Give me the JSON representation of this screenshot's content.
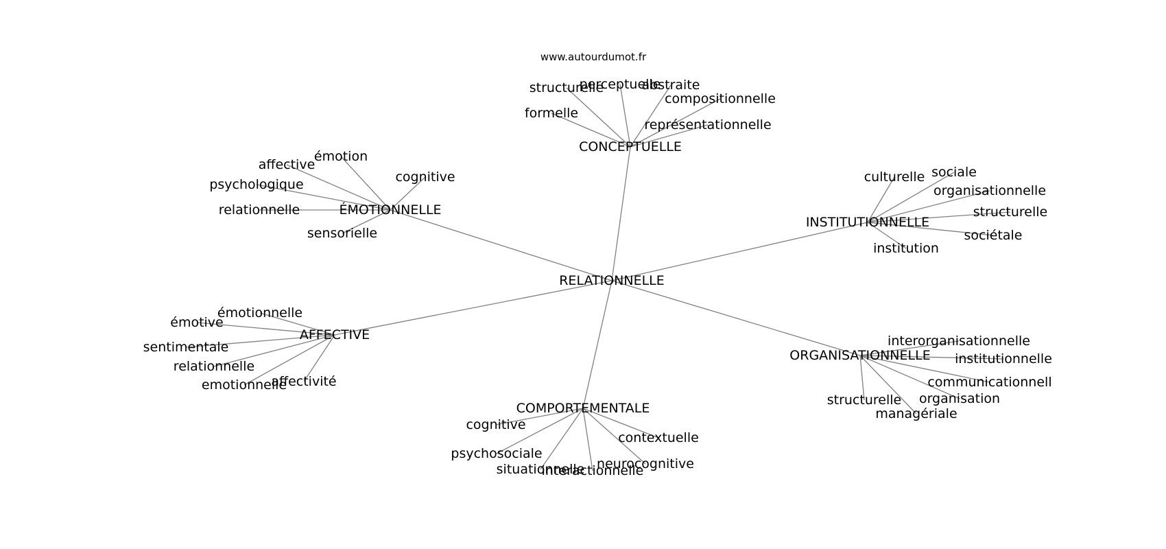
{
  "site": "www.autourdumot.fr",
  "center": "RELATIONNELLE",
  "groups": [
    {
      "id": "conceptuelle",
      "label": "CONCEPTUELLE",
      "leaves": [
        "structurelle",
        "perceptuelle",
        "abstraite",
        "compositionnelle",
        "formelle",
        "représentationnelle"
      ]
    },
    {
      "id": "emotionnelle",
      "label": "ÉMOTIONNELLE",
      "leaves": [
        "émotion",
        "affective",
        "cognitive",
        "psychologique",
        "relationnelle",
        "sensorielle"
      ]
    },
    {
      "id": "institutionnelle",
      "label": "INSTITUTIONNELLE",
      "leaves": [
        "culturelle",
        "sociale",
        "organisationnelle",
        "structurelle",
        "sociétale",
        "institution"
      ]
    },
    {
      "id": "affective",
      "label": "AFFECTIVE",
      "leaves": [
        "émotionnelle",
        "émotive",
        "sentimentale",
        "relationnelle",
        "emotionnelle",
        "affectivité"
      ]
    },
    {
      "id": "organisationnelle",
      "label": "ORGANISATIONNELLE",
      "leaves": [
        "interorganisationnelle",
        "institutionnelle",
        "communicationnell",
        "organisation",
        "structurelle",
        "managériale"
      ]
    },
    {
      "id": "comportementale",
      "label": "COMPORTEMENTALE",
      "leaves": [
        "cognitive",
        "contextuelle",
        "psychosociale",
        "neurocognitive",
        "situationnelle",
        "interactionnelle"
      ]
    }
  ]
}
